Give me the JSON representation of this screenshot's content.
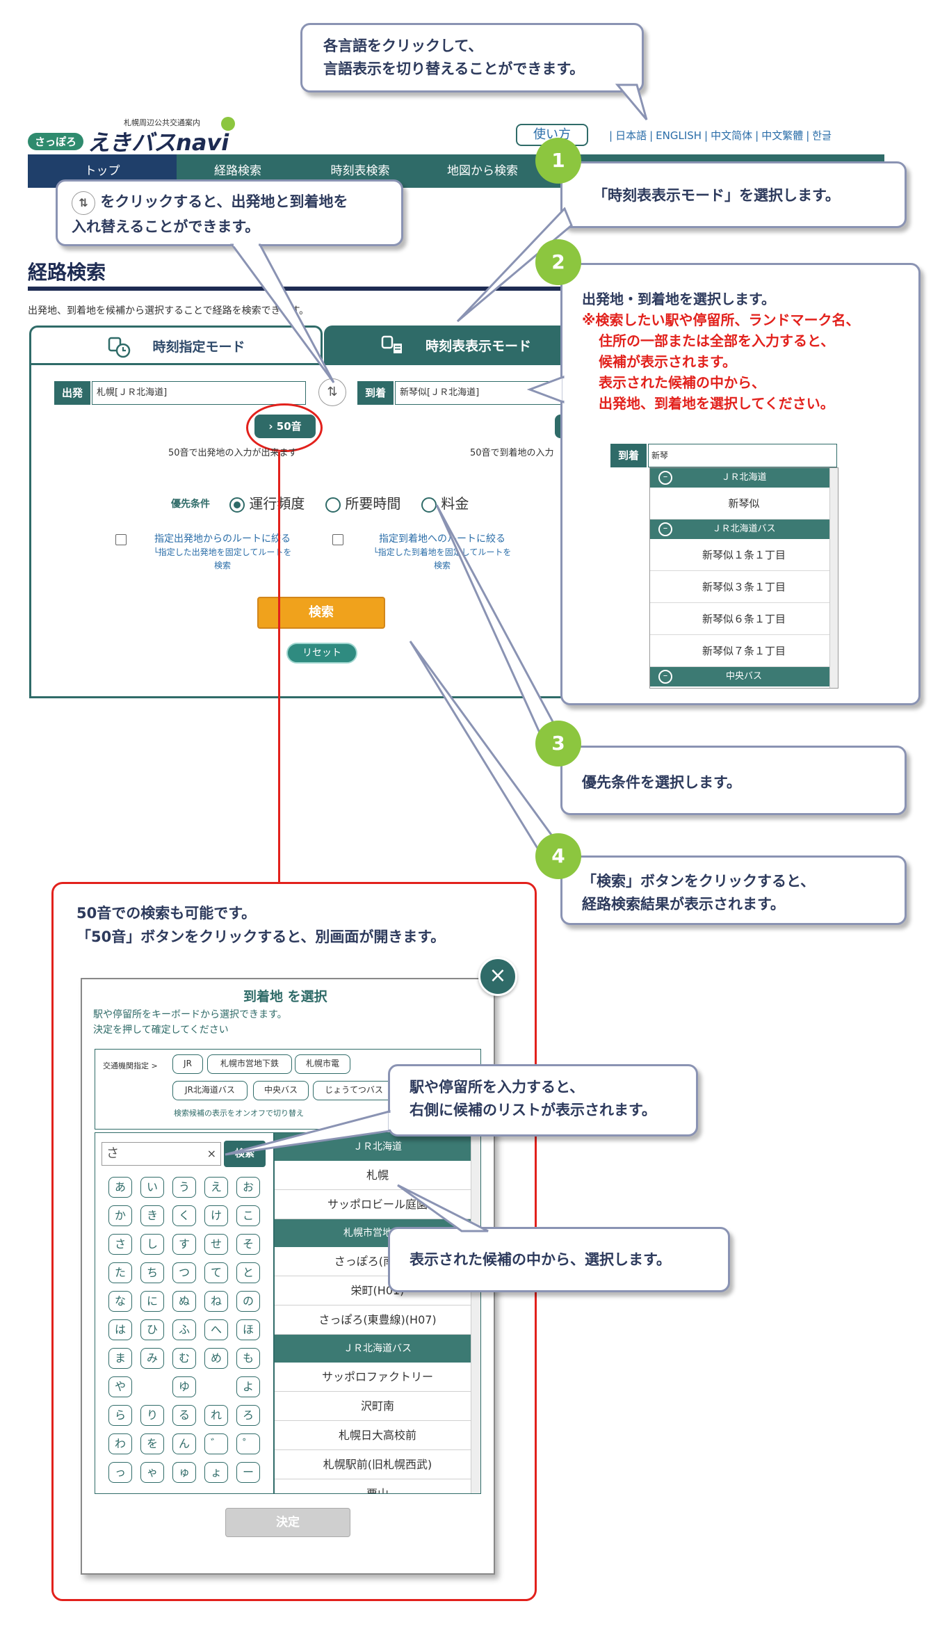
{
  "callouts": {
    "lang": [
      "各言語をクリックして、",
      "言語表示を切り替えることができます。"
    ],
    "swap_line1": "をクリックすると、出発地と到着地を",
    "swap_line2": "入れ替えることができます。",
    "step1": "「時刻表表示モード」を選択します。",
    "step2_title": "出発地・到着地を選択します。",
    "step2_red": [
      "※検索したい駅や停留所、ランドマーク名、",
      "住所の一部または全部を入力すると、",
      "候補が表示されます。",
      "表示された候補の中から、",
      "出発地、到着地を選択してください。"
    ],
    "step3": "優先条件を選択します。",
    "step4": [
      "「検索」ボタンをクリックすると、",
      "経路検索結果が表示されます。"
    ],
    "fifty_on": [
      "50音での検索も可能です。",
      "「50音」ボタンをクリックすると、別画面が開きます。"
    ],
    "input_tip": [
      "駅や停留所を入力すると、",
      "右側に候補のリストが表示されます。"
    ],
    "select_tip": "表示された候補の中から、選択します。"
  },
  "steps": [
    "1",
    "2",
    "3",
    "4"
  ],
  "header": {
    "brand_small": "札幌周辺公共交通案内",
    "brand_sappo": "さっぽろ",
    "brand_main": "えきバスnavi",
    "howto": "使い方",
    "languages": [
      "日本語",
      "ENGLISH",
      "中文简体",
      "中文繁體",
      "한글"
    ],
    "nav": [
      "トップ",
      "経路検索",
      "時刻表検索",
      "地図から検索"
    ]
  },
  "page": {
    "title": "経路検索",
    "description": "出発地、到着地を候補から選択することで経路を検索できます。",
    "tab_time": "時刻指定モード",
    "tab_timetable": "時刻表表示モード",
    "from_label": "出発",
    "from_value": "札幌[ＪＲ北海道]",
    "to_label": "到着",
    "to_value": "新琴似[ＪＲ北海道]",
    "btn_50on": "50音",
    "from_50_hint": "50音で出発地の入力が出来ます",
    "to_50_hint": "50音で到着地の入力",
    "priority_label": "優先条件",
    "priorities": [
      "運行頻度",
      "所要時間",
      "料金"
    ],
    "fix_from": "指定出発地からのルートに絞る",
    "fix_from_sub": [
      "└指定した出発地を固定してルートを",
      "検索"
    ],
    "fix_to": "指定到着地へのルートに絞る",
    "fix_to_sub": [
      "└指定した到着地を固定してルートを",
      "検索"
    ],
    "search": "検索",
    "reset": "リセット"
  },
  "suggest": {
    "label": "到着",
    "input": "新琴",
    "groups": [
      {
        "head": "ＪＲ北海道",
        "rows": [
          "新琴似"
        ]
      },
      {
        "head": "ＪＲ北海道バス",
        "rows": [
          "新琴似１条１丁目",
          "新琴似３条１丁目",
          "新琴似６条１丁目",
          "新琴似７条１丁目"
        ]
      },
      {
        "head": "中央バス",
        "rows": []
      }
    ]
  },
  "modal": {
    "title": "到着地 を選択",
    "desc1": "駅や停留所をキーボードから選択できます。",
    "desc2": "決定を押して確定してください",
    "filter_label": "交通機関指定 >",
    "filters": [
      "JR",
      "札幌市営地下鉄",
      "札幌市電",
      "JR北海道バス",
      "中央バス",
      "じょうてつバス"
    ],
    "filter_hint": "検索候補の表示をオンオフで切り替え",
    "input": "さ",
    "clear": "×",
    "search": "検索",
    "kana": [
      "あ",
      "い",
      "う",
      "え",
      "お",
      "か",
      "き",
      "く",
      "け",
      "こ",
      "さ",
      "し",
      "す",
      "せ",
      "そ",
      "た",
      "ち",
      "つ",
      "て",
      "と",
      "な",
      "に",
      "ぬ",
      "ね",
      "の",
      "は",
      "ひ",
      "ふ",
      "へ",
      "ほ",
      "ま",
      "み",
      "む",
      "め",
      "も",
      "や",
      "",
      "ゆ",
      "",
      "よ",
      "ら",
      "り",
      "る",
      "れ",
      "ろ",
      "わ",
      "を",
      "ん",
      "゛",
      "゜",
      "っ",
      "ゃ",
      "ゅ",
      "ょ",
      "ー"
    ],
    "results": [
      {
        "head": "ＪＲ北海道",
        "rows": [
          "札幌",
          "サッポロビール庭園"
        ]
      },
      {
        "head": "札幌市営地下鉄",
        "rows": [
          "さっぽろ(南北線)",
          "栄町(H01)",
          "さっぽろ(東豊線)(H07)"
        ]
      },
      {
        "head": "ＪＲ北海道バス",
        "rows": [
          "サッポロファクトリー",
          "沢町南",
          "札幌日大高校前",
          "札幌駅前(旧札幌西武)",
          "栗山"
        ]
      }
    ],
    "confirm": "決定",
    "close": "×"
  }
}
